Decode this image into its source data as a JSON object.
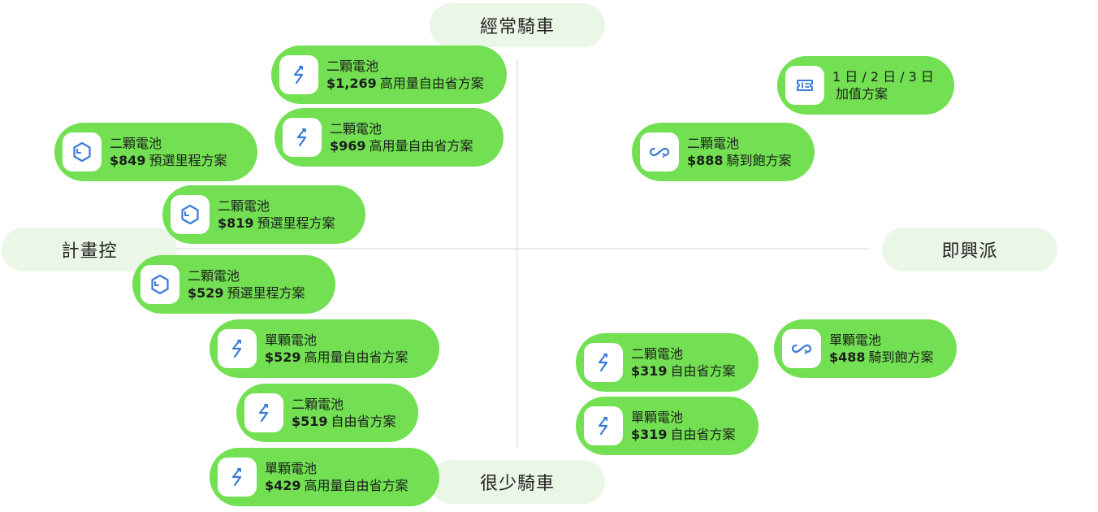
{
  "axes": {
    "top": "經常騎車",
    "bottom": "很少騎車",
    "left": "計畫控",
    "right": "即興派"
  },
  "colors": {
    "pill": "#72e052",
    "axis_label_bg": "#eaf7e7",
    "icon": "#3a7bd5"
  },
  "plans": [
    {
      "icon": "zigzag-icon",
      "line1": "二顆電池",
      "price": "$1,269",
      "name": "高用量自由省方案"
    },
    {
      "icon": "zigzag-icon",
      "line1": "二顆電池",
      "price": "$969",
      "name": "高用量自由省方案"
    },
    {
      "icon": "hexagon-cycle-icon",
      "line1": "二顆電池",
      "price": "$849",
      "name": "預選里程方案"
    },
    {
      "icon": "hexagon-cycle-icon",
      "line1": "二顆電池",
      "price": "$819",
      "name": "預選里程方案"
    },
    {
      "icon": "hexagon-cycle-icon",
      "line1": "二顆電池",
      "price": "$529",
      "name": "預選里程方案"
    },
    {
      "icon": "zigzag-icon",
      "line1": "單顆電池",
      "price": "$529",
      "name": "高用量自由省方案"
    },
    {
      "icon": "zigzag-icon",
      "line1": "二顆電池",
      "price": "$519",
      "name": "自由省方案"
    },
    {
      "icon": "zigzag-icon",
      "line1": "單顆電池",
      "price": "$429",
      "name": "高用量自由省方案"
    },
    {
      "icon": "ticket-icon",
      "line1": "1 日 / 2 日 / 3 日",
      "price": "",
      "name": "加值方案"
    },
    {
      "icon": "infinity-icon",
      "line1": "二顆電池",
      "price": "$888",
      "name": "騎到飽方案"
    },
    {
      "icon": "infinity-icon",
      "line1": "單顆電池",
      "price": "$488",
      "name": "騎到飽方案"
    },
    {
      "icon": "zigzag-icon",
      "line1": "二顆電池",
      "price": "$319",
      "name": "自由省方案"
    },
    {
      "icon": "zigzag-icon",
      "line1": "單顆電池",
      "price": "$319",
      "name": "自由省方案"
    }
  ]
}
